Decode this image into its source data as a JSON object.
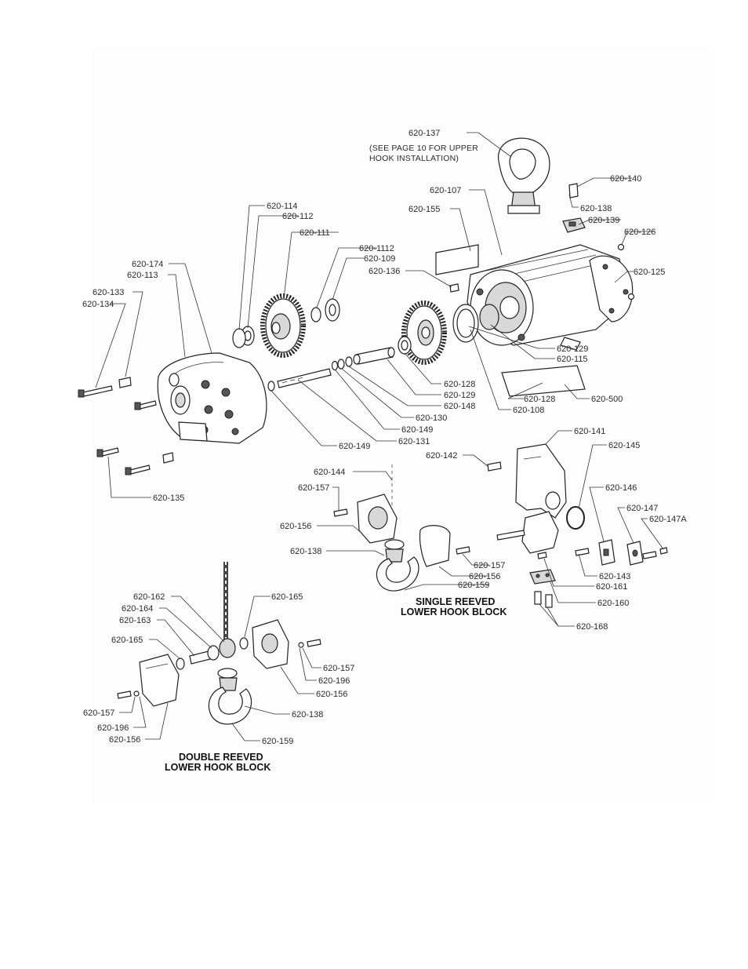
{
  "diagram": {
    "callouts": {
      "c137": "620-137",
      "c140": "620-140",
      "c107": "620-107",
      "c138_top": "620-138",
      "c155": "620-155",
      "c139": "620-139",
      "c126": "620-126",
      "c114": "620-114",
      "c112": "620-112",
      "c111": "620-111",
      "c1112": "620-1112",
      "c109": "620-109",
      "c136": "620-136",
      "c125": "620-125",
      "c174": "620-174",
      "c113": "620-113",
      "c133": "620-133",
      "c134": "620-134",
      "c129_a": "620-129",
      "c115": "620-115",
      "c128_a": "620-128",
      "c129_b": "620-129",
      "c148": "620-148",
      "c128_b": "620-128",
      "c500": "620-500",
      "c108": "620-108",
      "c130": "620-130",
      "c149_a": "620-149",
      "c131": "620-131",
      "c149_b": "620-149",
      "c141": "620-141",
      "c142": "620-142",
      "c145": "620-145",
      "c135": "620-135",
      "c144": "620-144",
      "c157_a": "620-157",
      "c146": "620-146",
      "c147": "620-147",
      "c147a": "620-147A",
      "c156_a": "620-156",
      "c138_mid": "620-138",
      "c157_b": "620-157",
      "c156_b": "620-156",
      "c159_a": "620-159",
      "c143": "620-143",
      "c161": "620-161",
      "c160": "620-160",
      "c168": "620-168",
      "c162": "620-162",
      "c165_a": "620-165",
      "c164": "620-164",
      "c163": "620-163",
      "c165_b": "620-165",
      "c157_c": "620-157",
      "c196_a": "620-196",
      "c156_c": "620-156",
      "c138_low": "620-138",
      "c157_d": "620-157",
      "c196_b": "620-196",
      "c156_d": "620-156",
      "c159_b": "620-159"
    },
    "notes": {
      "upper_hook_line1": "(SEE PAGE 10 FOR UPPER",
      "upper_hook_line2": "HOOK INSTALLATION)"
    },
    "section_titles": {
      "single_line1": "SINGLE REEVED",
      "single_line2": "LOWER HOOK BLOCK",
      "double_line1": "DOUBLE REEVED",
      "double_line2": "LOWER HOOK BLOCK"
    }
  }
}
